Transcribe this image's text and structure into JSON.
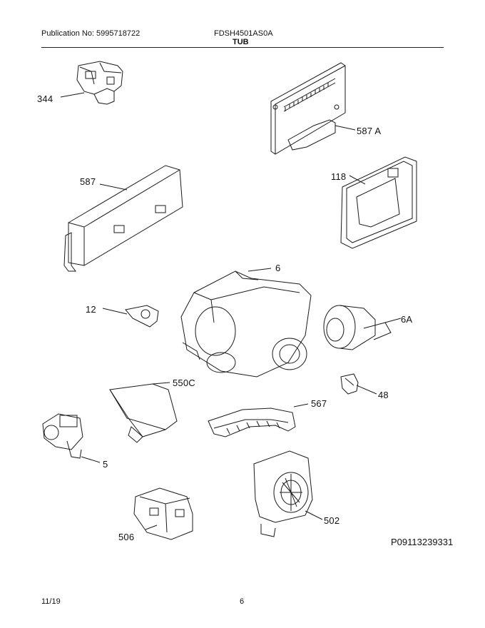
{
  "header": {
    "publication_no": "Publication No: 5995718722",
    "model": "FDSH4501AS0A",
    "section_title": "TUB"
  },
  "callouts": {
    "c344": "344",
    "c587a": "587 A",
    "c587": "587",
    "c118": "118",
    "c6": "6",
    "c12": "12",
    "c6a": "6A",
    "c48": "48",
    "c550c": "550C",
    "c567": "567",
    "c5": "5",
    "c502": "502",
    "c506": "506"
  },
  "diagram_id": "P09113239331",
  "footer": {
    "date": "11/19",
    "page": "6"
  }
}
